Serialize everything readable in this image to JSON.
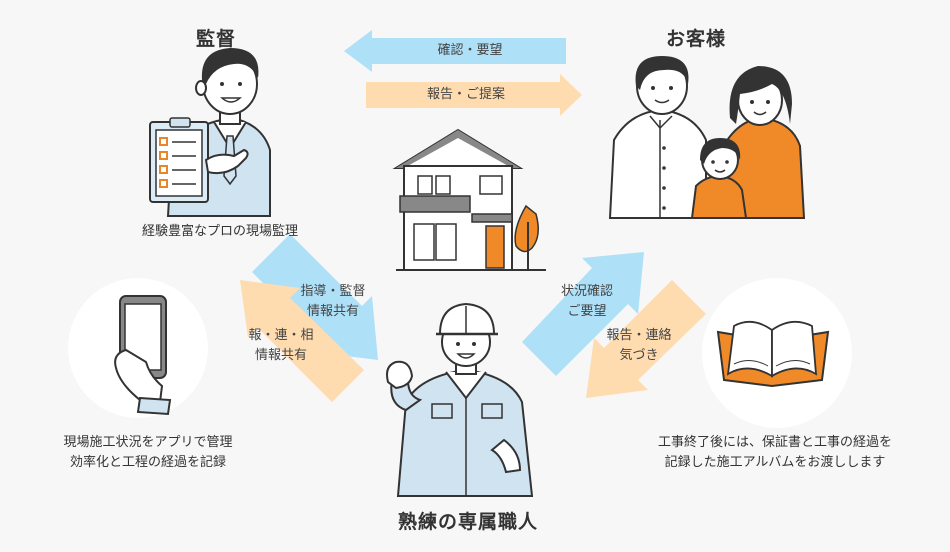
{
  "supervisor": {
    "title": "監督",
    "caption": "経験豊富なプロの現場監理"
  },
  "customer": {
    "title": "お客様"
  },
  "craftsman": {
    "title": "熟練の専属職人"
  },
  "top_arrows": {
    "to_supervisor": "確認・要望",
    "to_customer": "報告・ご提案"
  },
  "left_arrows": {
    "down_line1": "指導・監督",
    "down_line2": "情報共有",
    "up_line1": "報・連・相",
    "up_line2": "情報共有"
  },
  "right_arrows": {
    "up_line1": "状況確認",
    "up_line2": "ご要望",
    "down_line1": "報告・連絡",
    "down_line2": "気づき"
  },
  "smartphone": {
    "caption_line1": "現場施工状況をアプリで管理",
    "caption_line2": "効率化と工程の経過を記録"
  },
  "album": {
    "caption_line1": "工事終了後には、保証書と工事の経過を",
    "caption_line2": "記録した施工アルバムをお渡しします"
  },
  "colors": {
    "blue_arrow": "#aee0f8",
    "orange_arrow": "#ffdcb0",
    "orange_clothes": "#f08a28",
    "workwear_blue": "#cfe3f1",
    "skin": "#ffffff",
    "hair": "#333333",
    "background": "#f7f7f7"
  }
}
